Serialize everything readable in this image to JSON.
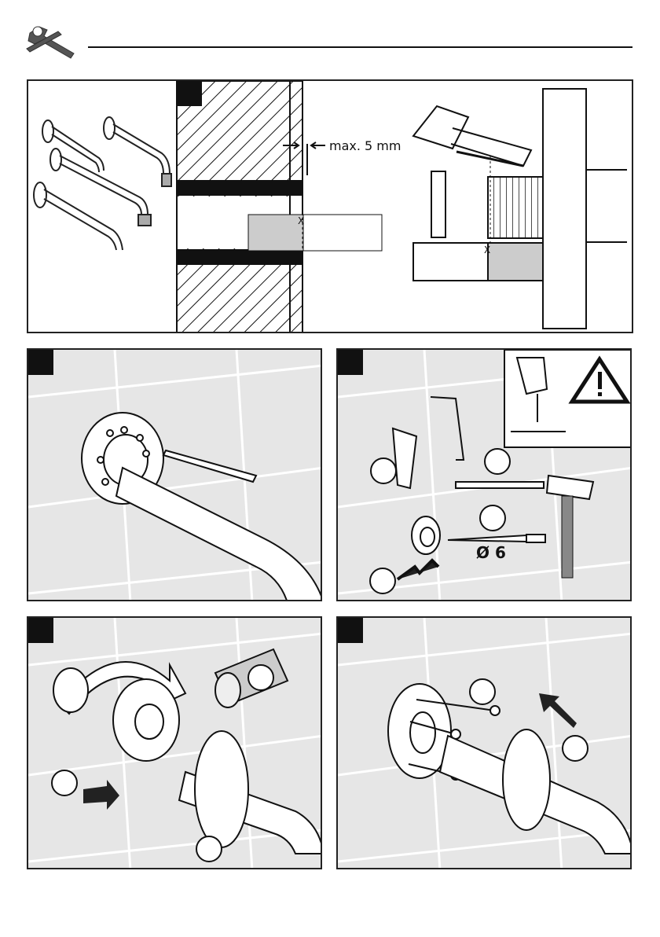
{
  "header": {
    "icon": "wrench-screwdriver-icon"
  },
  "panel_top": {
    "gap_label": "max. 5 mm",
    "marks": [
      "X",
      "X"
    ]
  },
  "panel_drill": {
    "diameter_label": "Ø 6",
    "warning_icon": "warning-triangle-icon"
  },
  "colors": {
    "line": "#111111",
    "tile_bg": "#e6e6e6",
    "pipe_fill": "#d4d4d4"
  }
}
